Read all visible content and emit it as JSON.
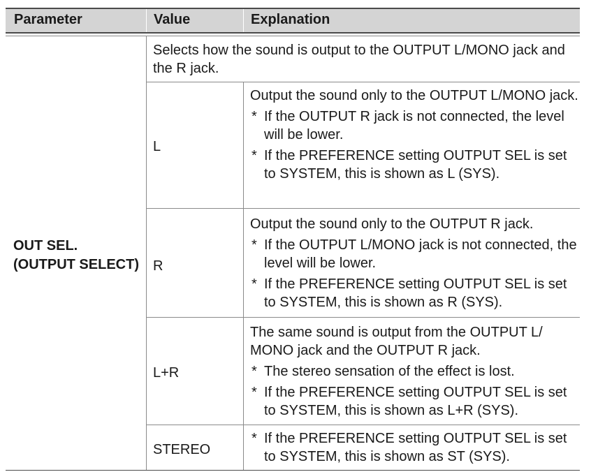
{
  "header": {
    "parameter": "Parameter",
    "value": "Value",
    "explanation": "Explanation"
  },
  "parameter": {
    "line1": "OUT SEL.",
    "line2": "(OUTPUT SELECT)"
  },
  "intro": "Selects how the sound is output to the OUTPUT L/MONO jack and the R jack.",
  "rows": [
    {
      "value": "L",
      "description": "Output the sound only to the OUTPUT L/MONO jack.",
      "notes": [
        "If the OUTPUT R jack is not connected, the level will be lower.",
        "If the PREFERENCE setting OUTPUT SEL is set to SYSTEM, this is shown as L (SYS)."
      ]
    },
    {
      "value": "R",
      "description": "Output the sound only to the OUTPUT R jack.",
      "notes": [
        "If the OUTPUT L/MONO jack is not connected, the level will be lower.",
        "If the PREFERENCE setting OUTPUT SEL is set to SYSTEM, this is shown as R (SYS)."
      ]
    },
    {
      "value": "L+R",
      "description": "The same sound is output from the OUTPUT L/ MONO jack and the OUTPUT R jack.",
      "notes": [
        "The stereo sensation of the effect is lost.",
        "If the PREFERENCE setting OUTPUT SEL is set to SYSTEM, this is shown as L+R (SYS)."
      ]
    },
    {
      "value": "STEREO",
      "description": "",
      "notes": [
        "If the PREFERENCE setting OUTPUT SEL is set to SYSTEM, this is shown as ST (SYS)."
      ]
    }
  ],
  "note_marker": "*"
}
